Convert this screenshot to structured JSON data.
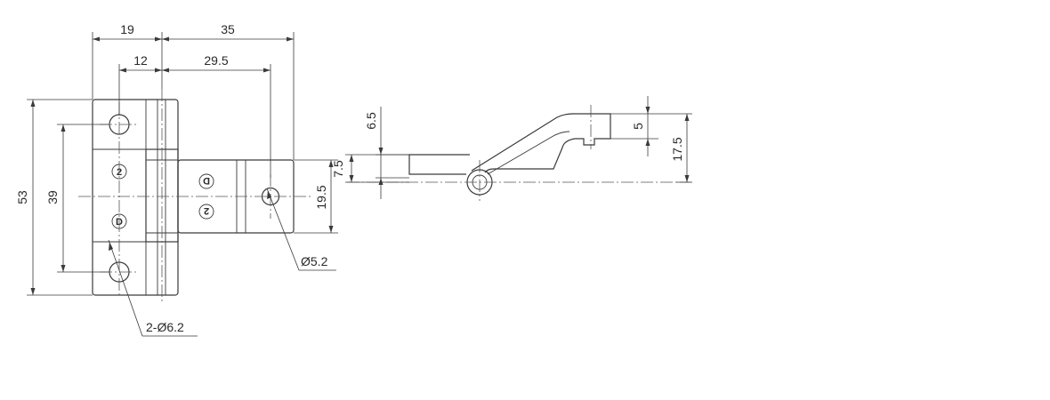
{
  "dims": {
    "w19": "19",
    "w35": "35",
    "w12": "12",
    "w29_5": "29.5",
    "h53": "53",
    "h39": "39",
    "h19_5": "19.5",
    "h7_5": "7.5",
    "h6_5": "6.5",
    "h5": "5",
    "h17_5": "17.5",
    "hole_small": "Ø5.2",
    "hole_large": "2-Ø6.2"
  },
  "marks": {
    "two": "2",
    "d": "D"
  },
  "colors": {
    "line": "#3a3a3a",
    "background": "#ffffff"
  }
}
